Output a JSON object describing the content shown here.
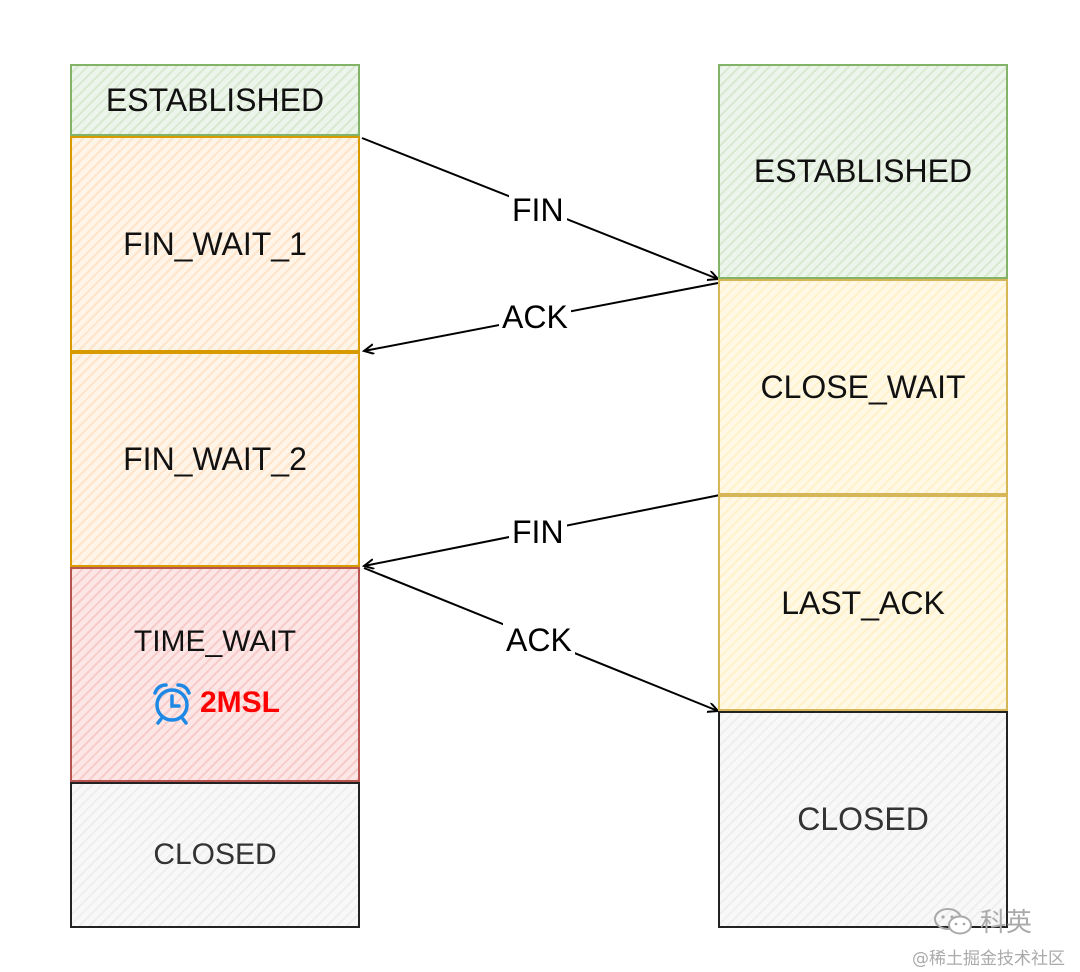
{
  "client": {
    "states": {
      "established": "ESTABLISHED",
      "fin_wait_1": "FIN_WAIT_1",
      "fin_wait_2": "FIN_WAIT_2",
      "time_wait": "TIME_WAIT",
      "closed": "CLOSED"
    },
    "timer_label": "2MSL"
  },
  "server": {
    "states": {
      "established": "ESTABLISHED",
      "close_wait": "CLOSE_WAIT",
      "last_ack": "LAST_ACK",
      "closed": "CLOSED"
    }
  },
  "messages": {
    "fin_1": "FIN",
    "ack_1": "ACK",
    "fin_2": "FIN",
    "ack_2": "ACK"
  },
  "colors": {
    "green": "#82b366",
    "orange": "#d79b00",
    "yellow": "#d6b656",
    "red": "#b85450",
    "gray": "#222222",
    "timer_label": "#ff0000",
    "timer_icon": "#1e88e5"
  },
  "watermark": {
    "account": "科英",
    "site": "@稀土掘金技术社区"
  }
}
